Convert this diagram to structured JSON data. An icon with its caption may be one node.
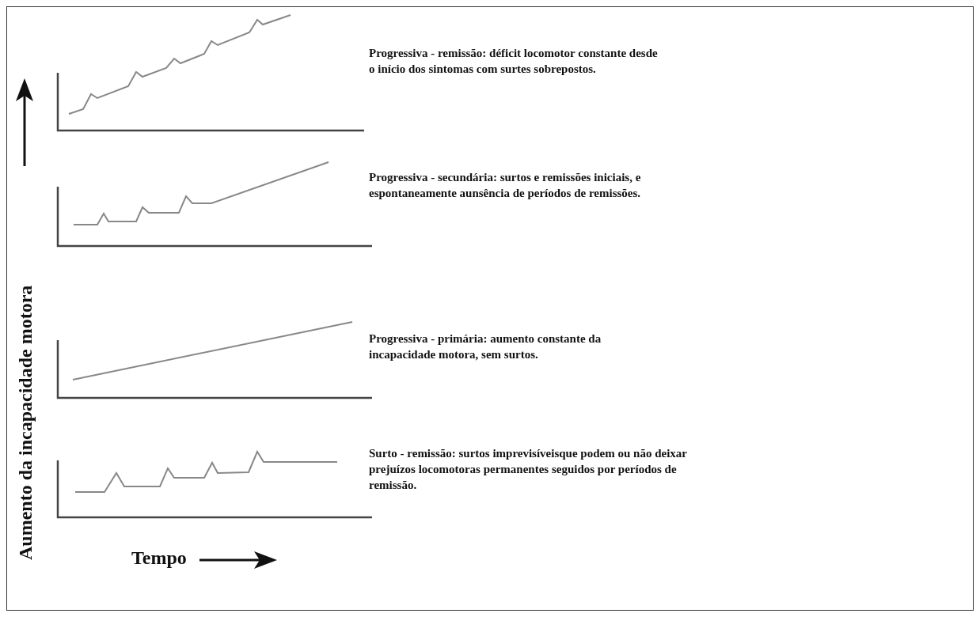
{
  "diagram": {
    "labels": [
      "Progressiva - remissão: déficit locomotor constante desde o início dos sintomas com surtes sobrepostos.",
      "Progressiva - secundária: surtos e remissões iniciais, e espontaneamente aunsência de períodos de remissões.",
      "Progressiva - primária: aumento constante da incapacidade motora, sem surtos.",
      "Surto - remissão: surtos imprevisíveisque podem ou não deixar prejuízos locomotoras permanentes seguidos por períodos de remissão.",
      "Aumento da incapacidade motora",
      "Tempo"
    ]
  }
}
